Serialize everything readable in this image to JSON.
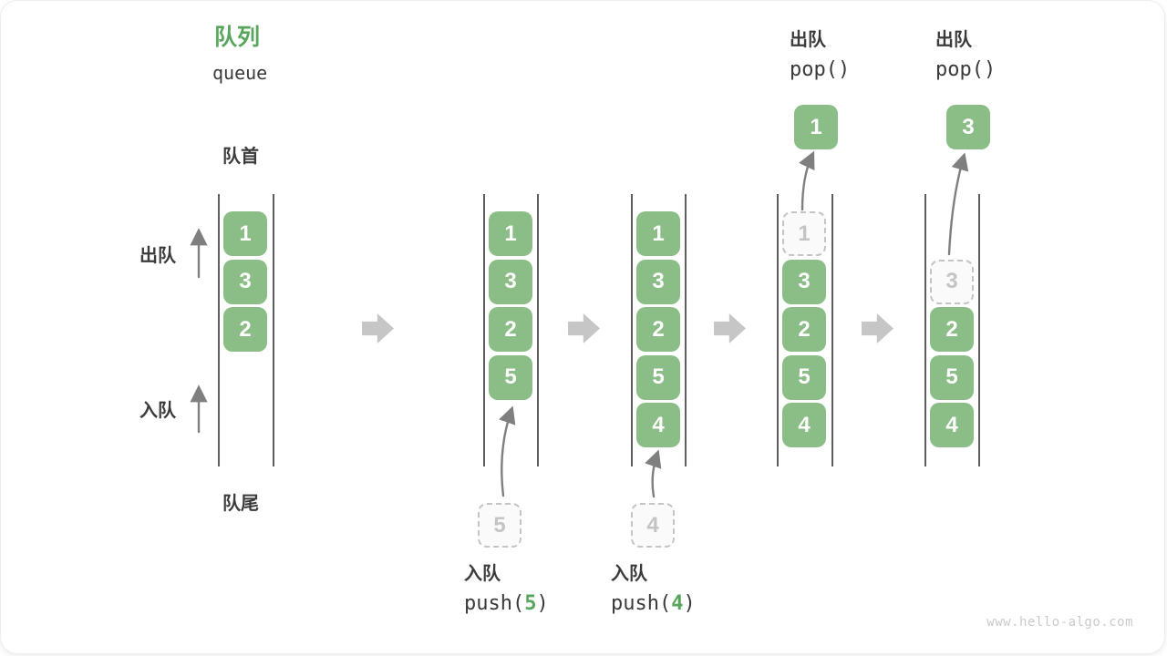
{
  "page": {
    "watermark": "www.hello-algo.com"
  },
  "colors": {
    "accent_green": "#57A65C",
    "item_green": "#8BBE86",
    "ghost_gray": "#C4C4C4",
    "ink": "#3B3B3B",
    "wall_gray": "#5D5D5D",
    "block_arrow_gray": "#C6C6C6"
  },
  "title": {
    "zh": "队列",
    "en": "queue"
  },
  "labels": {
    "front": "队首",
    "rear": "队尾",
    "dequeue": "出队",
    "enqueue": "入队"
  },
  "stages": [
    {
      "name": "initial",
      "slots": [
        {
          "row": 0,
          "value": "1",
          "state": "filled"
        },
        {
          "row": 1,
          "value": "3",
          "state": "filled"
        },
        {
          "row": 2,
          "value": "2",
          "state": "filled"
        }
      ]
    },
    {
      "name": "push-5",
      "slots": [
        {
          "row": 0,
          "value": "1",
          "state": "filled"
        },
        {
          "row": 1,
          "value": "3",
          "state": "filled"
        },
        {
          "row": 2,
          "value": "2",
          "state": "filled"
        },
        {
          "row": 3,
          "value": "5",
          "state": "filled"
        }
      ],
      "incoming": {
        "value": "5"
      },
      "op": {
        "zh": "入队",
        "code_pre": "push(",
        "code_arg": "5",
        "code_post": ")"
      }
    },
    {
      "name": "push-4",
      "slots": [
        {
          "row": 0,
          "value": "1",
          "state": "filled"
        },
        {
          "row": 1,
          "value": "3",
          "state": "filled"
        },
        {
          "row": 2,
          "value": "2",
          "state": "filled"
        },
        {
          "row": 3,
          "value": "5",
          "state": "filled"
        },
        {
          "row": 4,
          "value": "4",
          "state": "filled"
        }
      ],
      "incoming": {
        "value": "4"
      },
      "op": {
        "zh": "入队",
        "code_pre": "push(",
        "code_arg": "4",
        "code_post": ")"
      }
    },
    {
      "name": "pop-1",
      "slots": [
        {
          "row": 0,
          "value": "1",
          "state": "ghost"
        },
        {
          "row": 1,
          "value": "3",
          "state": "filled"
        },
        {
          "row": 2,
          "value": "2",
          "state": "filled"
        },
        {
          "row": 3,
          "value": "5",
          "state": "filled"
        },
        {
          "row": 4,
          "value": "4",
          "state": "filled"
        }
      ],
      "popped": {
        "value": "1"
      },
      "op": {
        "zh": "出队",
        "code": "pop()"
      }
    },
    {
      "name": "pop-3",
      "slots": [
        {
          "row": 1,
          "value": "3",
          "state": "ghost"
        },
        {
          "row": 2,
          "value": "2",
          "state": "filled"
        },
        {
          "row": 3,
          "value": "5",
          "state": "filled"
        },
        {
          "row": 4,
          "value": "4",
          "state": "filled"
        }
      ],
      "popped": {
        "value": "3"
      },
      "op": {
        "zh": "出队",
        "code": "pop()"
      }
    }
  ]
}
